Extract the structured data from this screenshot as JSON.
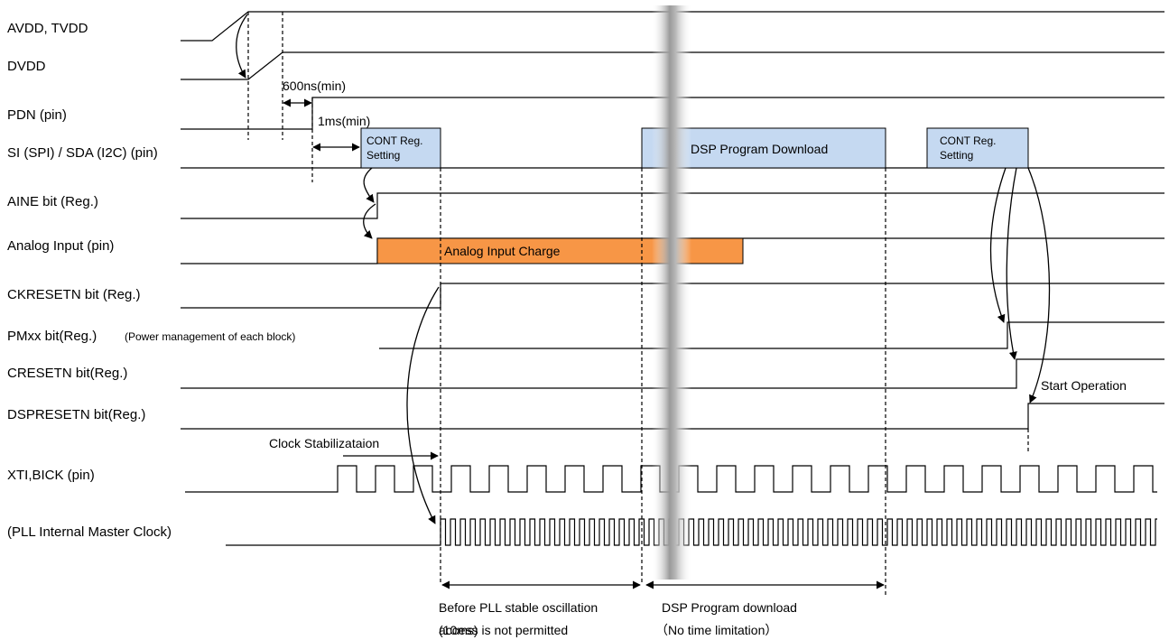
{
  "signals": {
    "avdd": "AVDD, TVDD",
    "dvdd": "DVDD",
    "pdn": "PDN (pin)",
    "si": "SI (SPI) / SDA (I2C) (pin)",
    "aine": "AINE bit (Reg.)",
    "analog_input": "Analog Input (pin)",
    "ckresetn": "CKRESETN bit (Reg.)",
    "pmxx": "PMxx bit(Reg.)",
    "pmxx_note": "(Power management of each block)",
    "cresetn": "CRESETN bit(Reg.)",
    "dspresetn": "DSPRESETN bit(Reg.)",
    "xti": "XTI,BICK (pin)",
    "pll": "(PLL Internal Master Clock)"
  },
  "boxes": {
    "cont_reg_1_line1": "CONT Reg.",
    "cont_reg_1_line2": "Setting",
    "dsp_download": "DSP Program Download",
    "cont_reg_2_line1": "CONT Reg.",
    "cont_reg_2_line2": "Setting",
    "analog_charge": "Analog Input Charge"
  },
  "annotations": {
    "t600ns": "600ns(min)",
    "t1ms": "1ms(min)",
    "clock_stab": "Clock Stabilizataion",
    "start_op": "Start Operation",
    "pll_note_1": "Before PLL stable oscillation",
    "pll_note_2": "access is not permitted",
    "pll_note_3": "(10ms)",
    "dsp_note_1": "DSP Program download",
    "dsp_note_2": "（No time limitation）"
  },
  "colors": {
    "box_blue": "#c5d9f1",
    "box_orange": "#f79646",
    "break_bar": "#b0b0b0"
  }
}
